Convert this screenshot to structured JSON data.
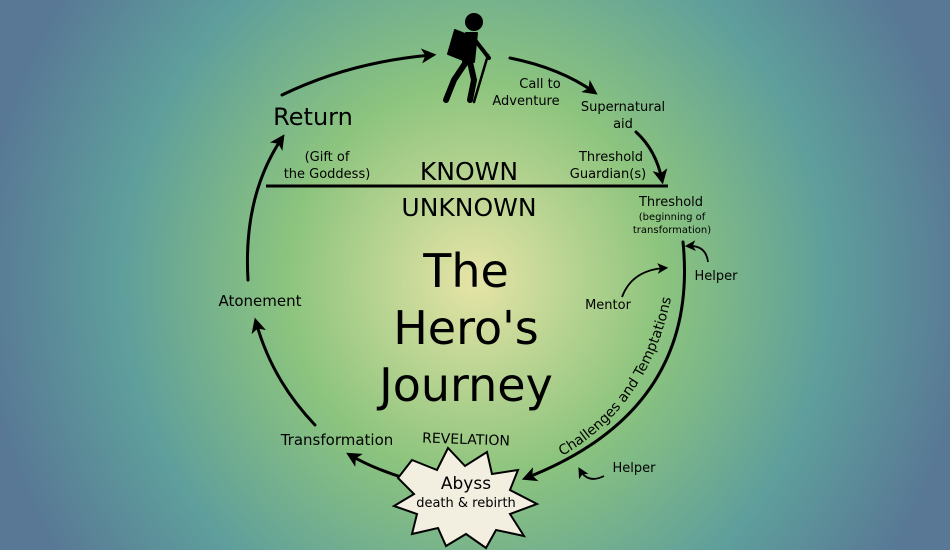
{
  "title_lines": [
    "The",
    "Hero's",
    "Journey"
  ],
  "known_label": "KNOWN",
  "unknown_label": "UNKNOWN",
  "stages": {
    "return": "Return",
    "gift": [
      "(Gift of",
      "the Goddess)"
    ],
    "call": [
      "Call to",
      "Adventure"
    ],
    "aid": [
      "Supernatural",
      "aid"
    ],
    "guardian": [
      "Threshold",
      "Guardian(s)"
    ],
    "threshold": "Threshold",
    "threshold_sub": [
      "(beginning of",
      "transformation)"
    ],
    "helper_top": "Helper",
    "mentor": "Mentor",
    "challenges": "Challenges and Temptations",
    "helper_bottom": "Helper",
    "revelation": "REVELATION",
    "abyss": "Abyss",
    "abyss_sub": "death & rebirth",
    "transformation": "Transformation",
    "atonement": "Atonement"
  },
  "colors": {
    "center": "#e6e4a6",
    "mid": "#8cc47e",
    "outer": "#5e9e9c",
    "edge": "#587895",
    "line": "#000000",
    "burst_fill": "#f2efe0"
  },
  "icons": [
    "hiker-icon",
    "abyss-burst-icon"
  ]
}
